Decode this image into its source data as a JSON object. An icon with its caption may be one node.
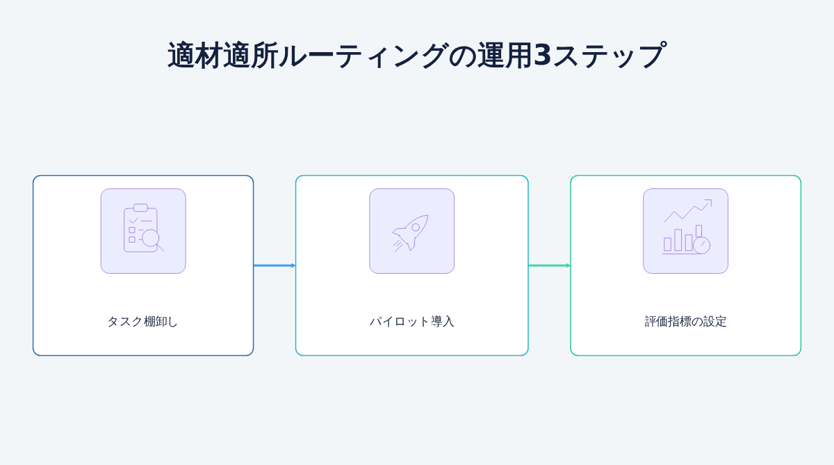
{
  "diagram": {
    "title": "適材適所ルーティングの運用3ステップ",
    "nodes": [
      {
        "text": [
          "タスク棚卸し"
        ]
      },
      {
        "text": [
          "パイロット導入"
        ]
      },
      {
        "text": [
          "評価指標の設定"
        ]
      }
    ],
    "edges": [
      {
        "from": 0,
        "to": 1,
        "arrow": "to",
        "color": "#3a9ef0"
      },
      {
        "from": 1,
        "to": 2,
        "arrow": "to",
        "color": "#3fd6a2"
      }
    ]
  }
}
